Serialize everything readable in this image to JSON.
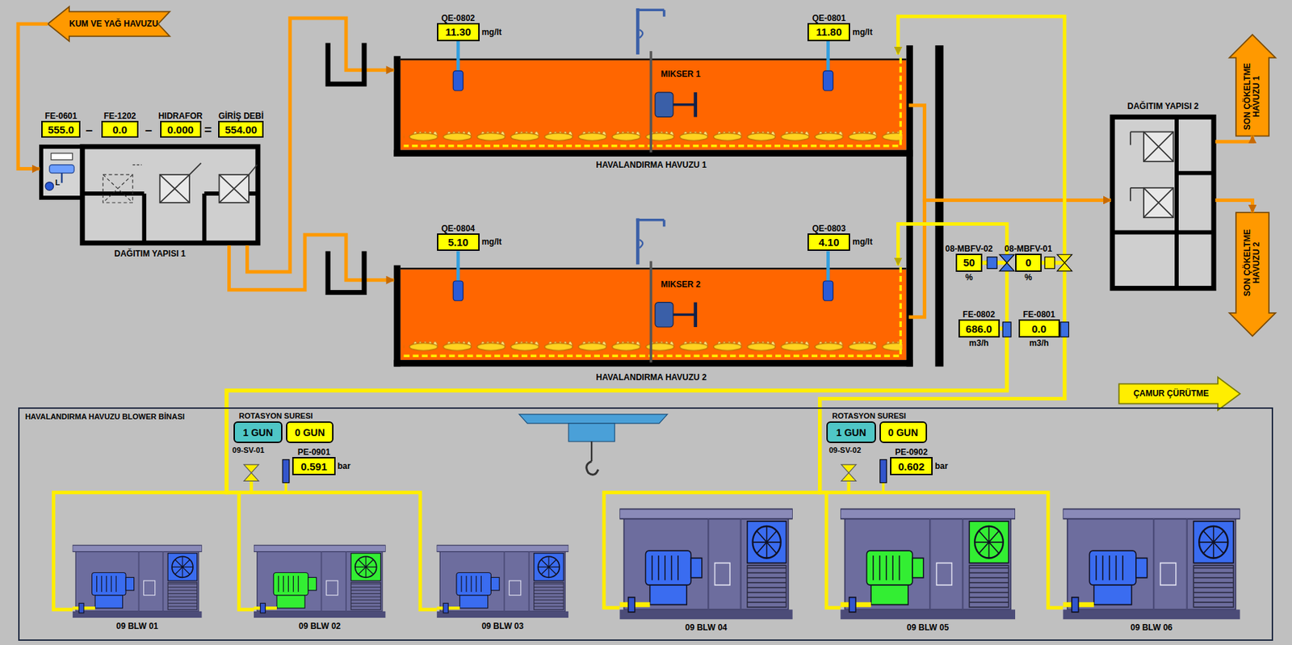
{
  "diagram": {
    "nodes": [
      {
        "text": [
          "KUM VE YAĞ HAVUZU"
        ]
      },
      {
        "text": [
          "QE-0802",
          "11.30",
          "mg/lt"
        ]
      },
      {
        "text": [
          "QE-0801",
          "11.80",
          "mg/lt"
        ]
      },
      {
        "text": [
          "FE-0601",
          "555.0"
        ]
      },
      {
        "text": [
          "FE-1202",
          "0.0"
        ]
      },
      {
        "text": [
          "HIDRAFOR",
          "0.000"
        ]
      },
      {
        "text": [
          "GİRİŞ DEBİ",
          "554.00"
        ]
      },
      {
        "text": [
          "HAVALANDIRMA HAVUZU 1"
        ]
      },
      {
        "text": [
          "DAĞITIM YAPISI 2"
        ]
      },
      {
        "text": [
          "SON ÇÖKELTME HAVUZU 1"
        ]
      },
      {
        "text": [
          "DAĞITIM YAPISI 1"
        ]
      },
      {
        "text": [
          "SON ÇÖKELTME HAVUZU 2"
        ]
      },
      {
        "text": [
          "QE-0804",
          "5.10",
          "mg/lt"
        ]
      },
      {
        "text": [
          "QE-0803",
          "4.10",
          "mg/lt"
        ]
      },
      {
        "text": [
          "08-MBFV-02",
          "50",
          "%"
        ]
      },
      {
        "text": [
          "08-MBFV-01",
          "0",
          "%"
        ]
      },
      {
        "text": [
          "HAVALANDIRMA HAVUZU 2"
        ]
      },
      {
        "text": [
          "FE-0802",
          "686.0",
          "m3/h"
        ]
      },
      {
        "text": [
          "FE-0801",
          "0.0",
          "m3/h"
        ]
      },
      {
        "text": [
          "ÇAMUR ÇÜRÜTME"
        ]
      },
      {
        "text": [
          "HAVALANDIRMA HAVUZU BLOWER BİNASI"
        ]
      },
      {
        "text": [
          "1 GUN"
        ],
        "in": 20
      },
      {
        "text": [
          "0 GUN"
        ],
        "in": 20
      },
      {
        "text": [
          "PE-0901",
          "0.591",
          "bar"
        ],
        "in": 20
      },
      {
        "text": [
          "1 GUN"
        ],
        "in": 20
      },
      {
        "text": [
          "0 GUN"
        ],
        "in": 20
      },
      {
        "text": [
          "PE-0902",
          "0.602",
          "bar"
        ],
        "in": 20
      },
      {
        "text": [
          "09 BLW 01"
        ],
        "in": 20
      },
      {
        "text": [
          "09 BLW 02"
        ],
        "in": 20
      },
      {
        "text": [
          "09 BLW 03"
        ],
        "in": 20
      },
      {
        "text": [
          "09 BLW 04"
        ],
        "in": 20
      },
      {
        "text": [
          "09 BLW 05"
        ],
        "in": 20
      },
      {
        "text": [
          "09 BLW 06"
        ],
        "in": 20
      }
    ],
    "edges": [
      {
        "from": 0,
        "to": 10,
        "arrow": "to"
      },
      {
        "from": 10,
        "to": 7,
        "arrow": "to"
      },
      {
        "from": 10,
        "to": 16,
        "arrow": "to"
      },
      {
        "from": 7,
        "to": 8,
        "arrow": "to"
      },
      {
        "from": 16,
        "to": 8,
        "arrow": "to"
      },
      {
        "from": 8,
        "to": 9,
        "arrow": "to"
      },
      {
        "from": 8,
        "to": 11,
        "arrow": "to"
      },
      {
        "from": 27,
        "to": 17,
        "arrow": "to"
      },
      {
        "from": 28,
        "to": 17,
        "arrow": "to"
      },
      {
        "from": 29,
        "to": 17,
        "arrow": "to"
      },
      {
        "from": 17,
        "to": 14,
        "arrow": "to"
      },
      {
        "from": 14,
        "to": 16,
        "arrow": "to"
      },
      {
        "from": 30,
        "to": 18,
        "arrow": "to"
      },
      {
        "from": 31,
        "to": 18,
        "arrow": "to"
      },
      {
        "from": 32,
        "to": 18,
        "arrow": "to"
      },
      {
        "from": 18,
        "to": 15,
        "arrow": "to"
      },
      {
        "from": 15,
        "to": 7,
        "arrow": "to"
      }
    ],
    "labels": [
      "–",
      "–",
      "=",
      "L",
      "MIKSER 1",
      "MIKSER 2",
      "ROTASYON SURESI",
      "09-SV-01",
      "ROTASYON SURESI",
      "09-SV-02"
    ]
  }
}
